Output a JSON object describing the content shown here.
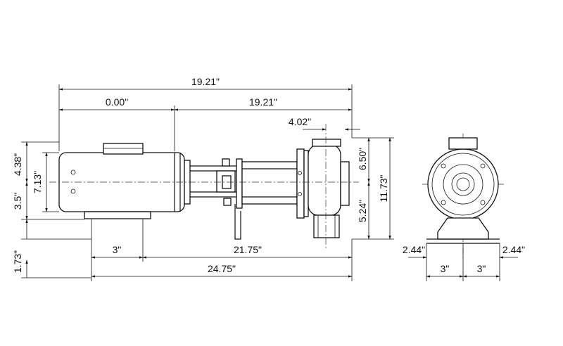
{
  "dimensions": {
    "overall_length": "19.21\"",
    "motor_offset": "0.00\"",
    "pump_length": "19.21\"",
    "flange_width": "4.02\"",
    "motor_top": "4.38\"",
    "motor_height": "7.13\"",
    "motor_bottom": "3.5\"",
    "base_height": "1.73\"",
    "pump_upper": "6.50\"",
    "pump_lower": "5.24\"",
    "total_height": "11.73\"",
    "foot_spacing": "3\"",
    "foot_to_stand": "21.75\"",
    "base_length": "24.75\"",
    "end_left": "2.44\"",
    "end_right": "2.44\"",
    "end_foot_left": "3\"",
    "end_foot_right": "3\""
  },
  "colors": {
    "line": "#111111",
    "background": "#ffffff"
  }
}
